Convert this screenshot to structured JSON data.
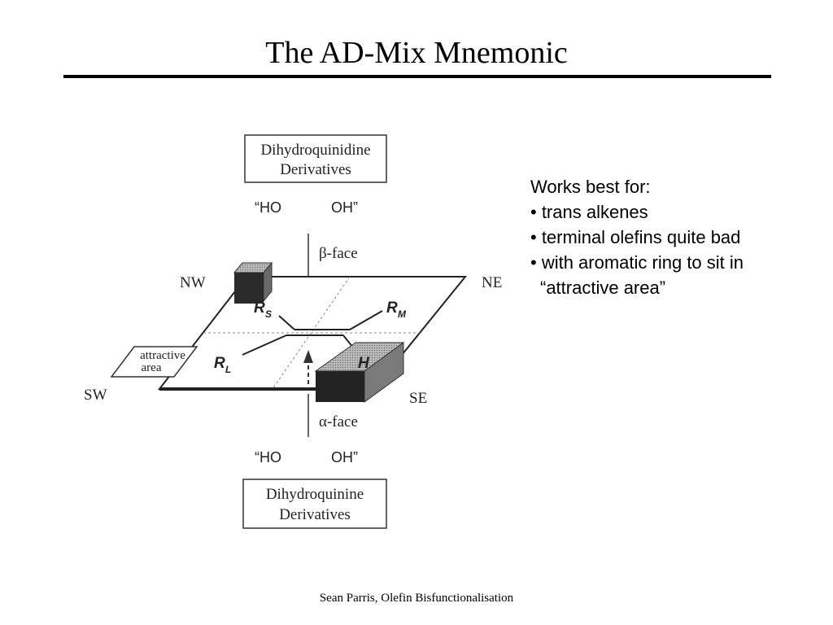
{
  "slide": {
    "title": "The AD-Mix Mnemonic",
    "footer": "Sean Parris, Olefin Bisfunctionalisation"
  },
  "notes": {
    "heading": "Works best for:",
    "bullets": [
      "• trans alkenes",
      "• terminal olefins quite bad",
      "• with aromatic ring to sit in"
    ],
    "continuation": "“attractive area”"
  },
  "diagram": {
    "top_box": {
      "line1": "Dihydroquinidine",
      "line2": "Derivatives"
    },
    "bottom_box": {
      "line1": "Dihydroquinine",
      "line2": "Derivatives"
    },
    "top_reagent": {
      "ho": "“HO",
      "oh": "OH”"
    },
    "bottom_reagent": {
      "ho": "“HO",
      "oh": "OH”"
    },
    "beta_face": "β-face",
    "alpha_face": "α-face",
    "corners": {
      "nw": "NW",
      "ne": "NE",
      "sw": "SW",
      "se": "SE"
    },
    "attractive_area": {
      "line1": "attractive",
      "line2": "area"
    },
    "substituents": {
      "rs": "R",
      "rs_sub": "S",
      "rm": "R",
      "rm_sub": "M",
      "rl": "R",
      "rl_sub": "L",
      "h": "H"
    }
  }
}
